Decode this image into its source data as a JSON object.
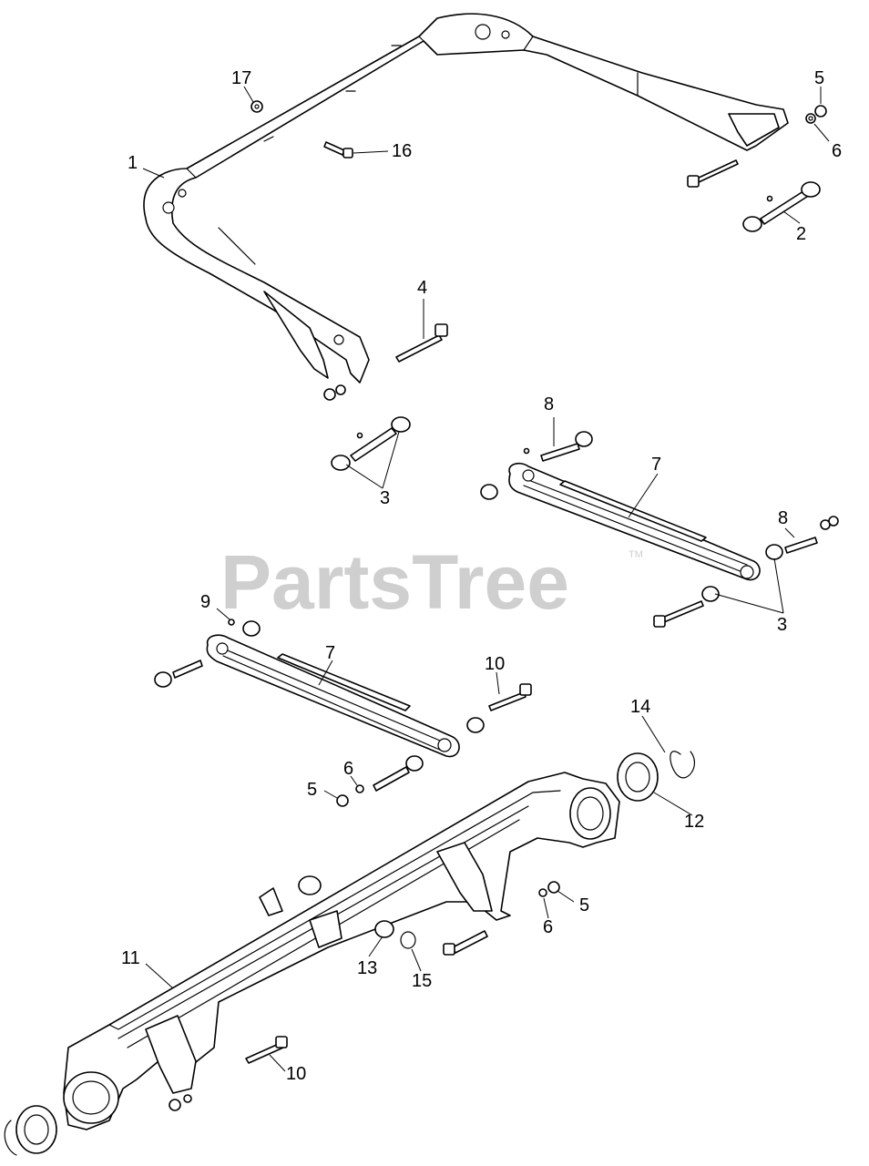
{
  "watermark": {
    "text": "PartsTree",
    "tm": "TM"
  },
  "callouts": {
    "c1": "1",
    "c2": "2",
    "c3a": "3",
    "c3b": "3",
    "c4": "4",
    "c5a": "5",
    "c5b": "5",
    "c5c": "5",
    "c6a": "6",
    "c6b": "6",
    "c6c": "6",
    "c7a": "7",
    "c7b": "7",
    "c8a": "8",
    "c8b": "8",
    "c9": "9",
    "c10a": "10",
    "c10b": "10",
    "c11": "11",
    "c12": "12",
    "c13": "13",
    "c14": "14",
    "c15": "15",
    "c16": "16",
    "c17": "17"
  }
}
